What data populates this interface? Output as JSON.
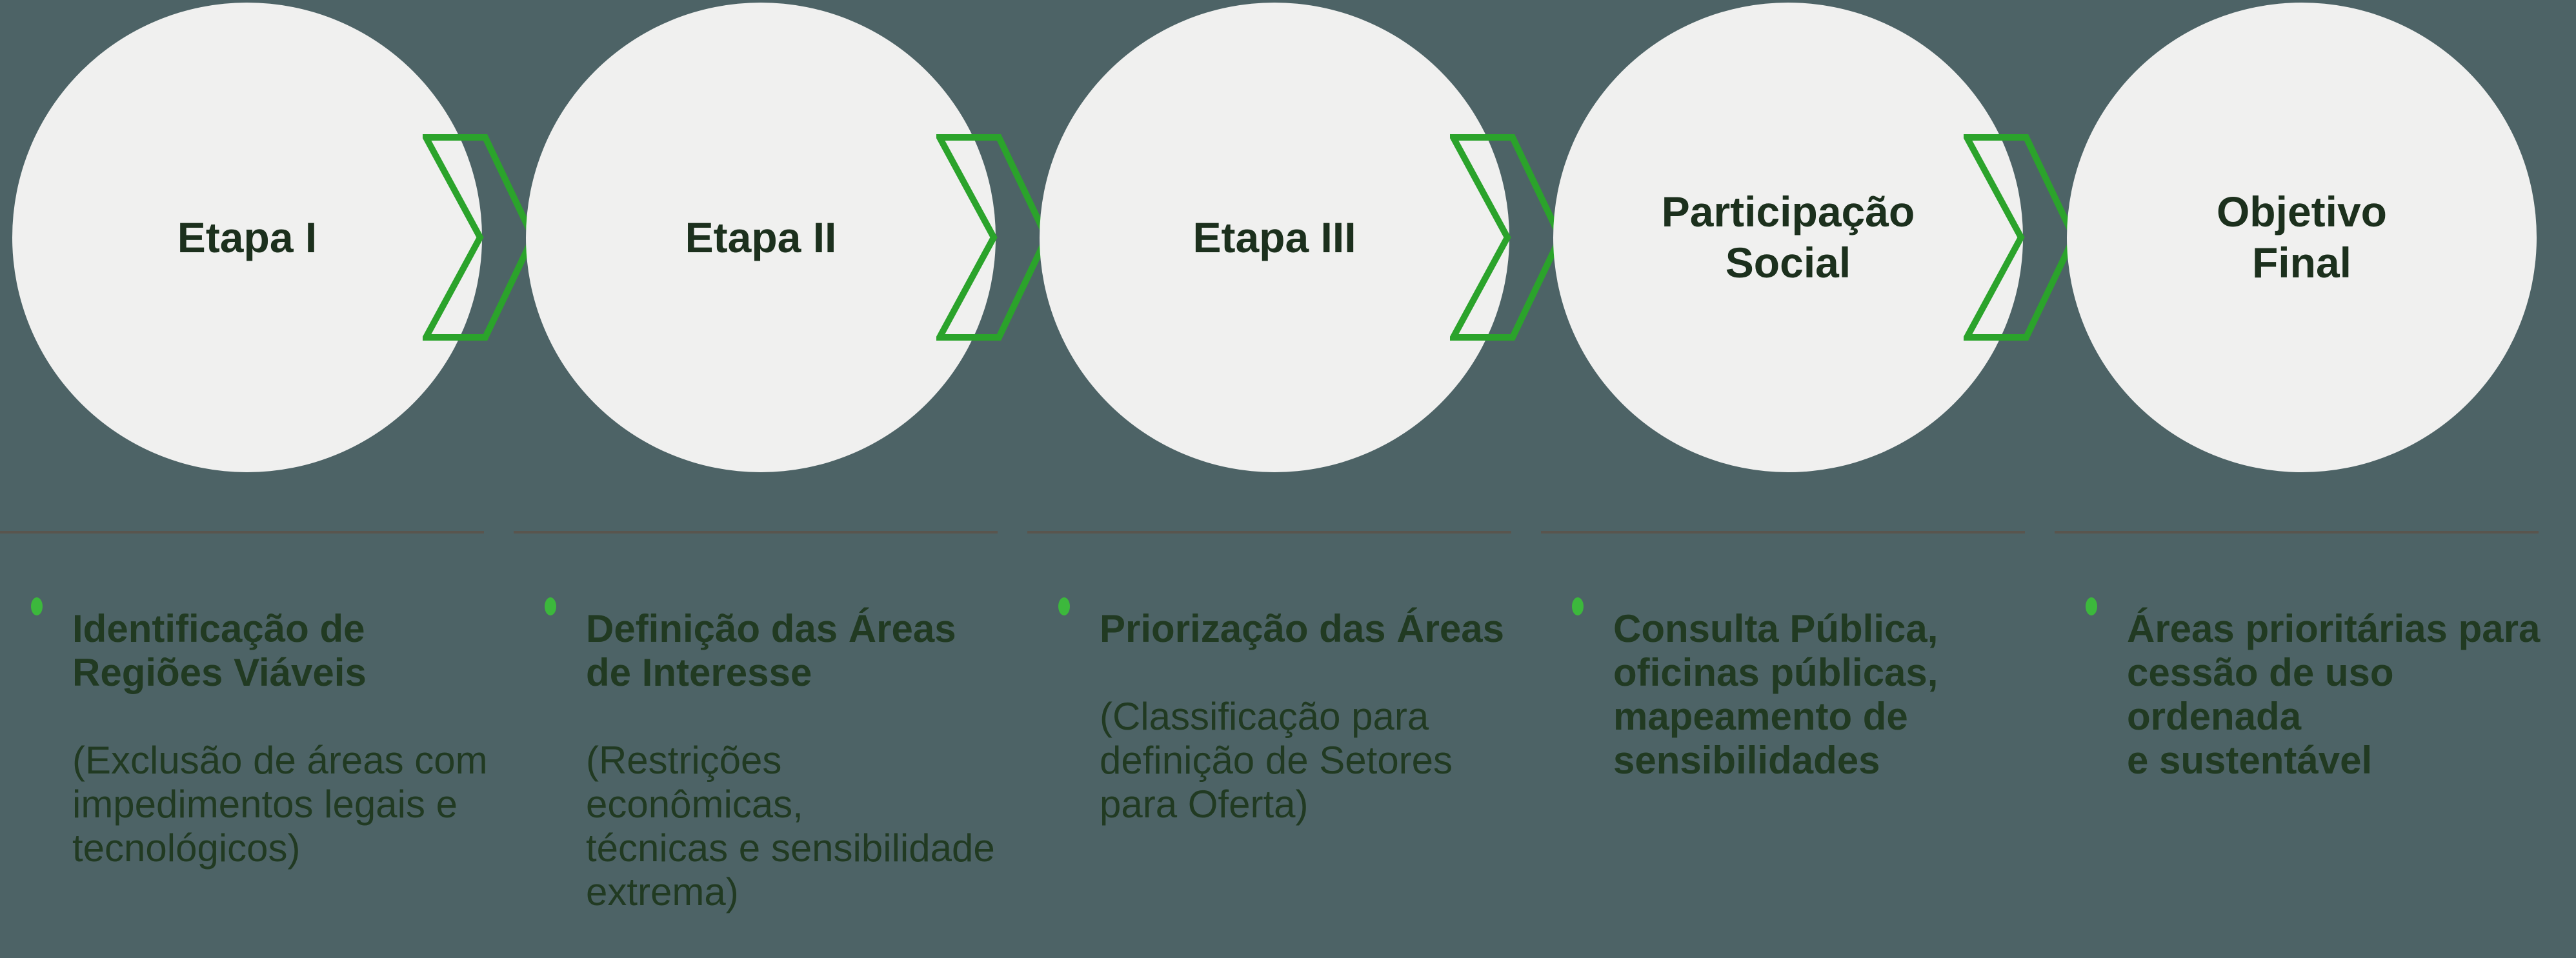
{
  "colors": {
    "background": "#4D6366",
    "circle_fill": "#F0F0EF",
    "title_text": "#1C301D",
    "body_text": "#213A22",
    "chevron_green": "#2BA32B",
    "bullet_green": "#3CB83C",
    "divider_gray": "#59554E"
  },
  "stages": [
    {
      "title": "Etapa I",
      "bold": "Identificação de\nRegiões Viáveis",
      "regular": "(Exclusão de áreas com\nimpedimentos legais e\ntecnológicos)"
    },
    {
      "title": "Etapa II",
      "bold": "Definição das Áreas\nde Interesse",
      "regular": "(Restrições econômicas,\ntécnicas e sensibilidade\nextrema)"
    },
    {
      "title": "Etapa III",
      "bold": "Priorização das Áreas",
      "regular": "(Classificação para\ndefinição de Setores\npara Oferta)"
    },
    {
      "title": "Participação\nSocial",
      "bold": "Consulta Pública,\noficinas públicas,\nmapeamento de\nsensibilidades",
      "regular": ""
    },
    {
      "title": "Objetivo\nFinal",
      "bold": "Áreas prioritárias para\ncessão de uso ordenada\ne sustentável",
      "regular": ""
    }
  ]
}
